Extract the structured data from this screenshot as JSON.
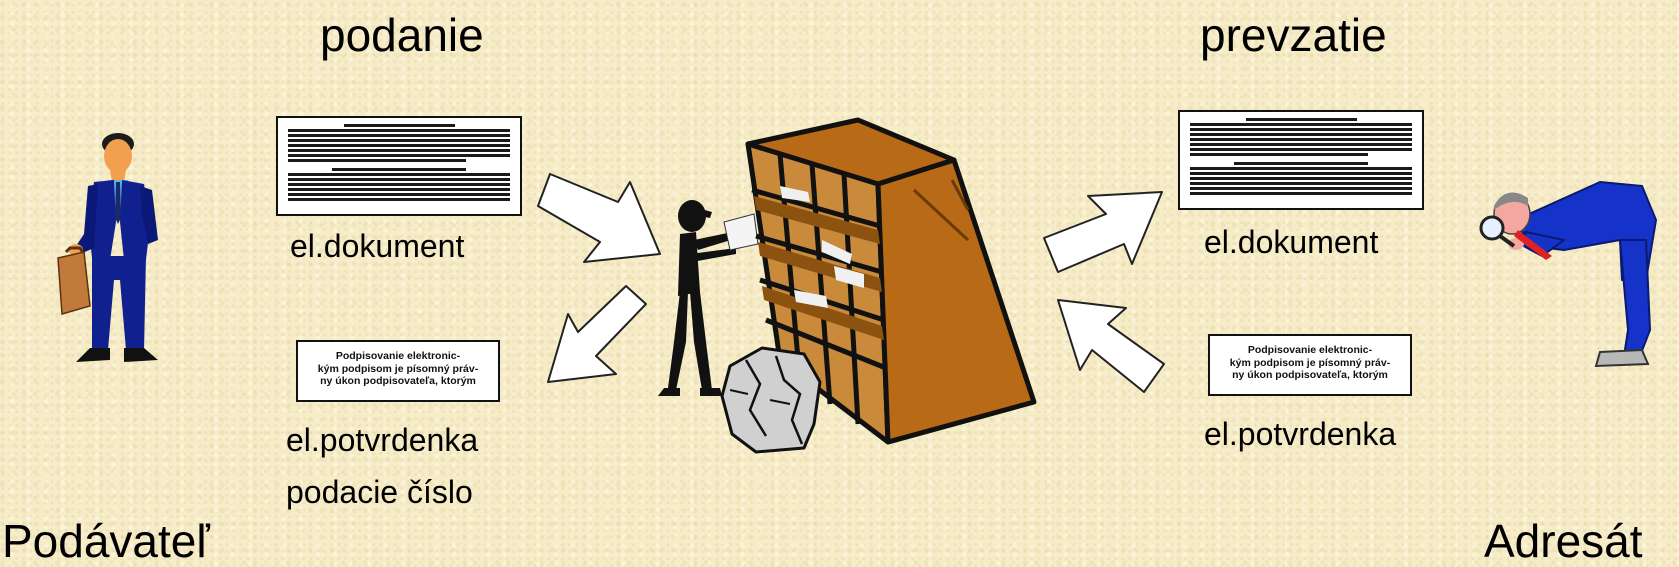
{
  "labels": {
    "submission_heading": "podanie",
    "receipt_heading": "prevzatie",
    "sender": "Podávateľ",
    "recipient": "Adresát",
    "left_document": "el.dokument",
    "right_document": "el.dokument",
    "left_confirmation": "el.potvrdenka",
    "submission_number": "podacie číslo",
    "right_confirmation": "el.potvrdenka"
  },
  "confirmation_text": {
    "line1": "Podpisovanie elektronic-",
    "line2": "kým podpisom je písomný práv-",
    "line3": "ny úkon podpisovateľa, ktorým"
  },
  "icons": {
    "sender_figure": "businessman-icon",
    "recipient_figure": "inspector-magnifier-icon",
    "postal_worker": "postal-worker-icon",
    "mailbox_cabinet": "pigeonhole-cabinet-icon",
    "paper_pile": "crumpled-paper-icon"
  },
  "colors": {
    "background": "#f6ecc8",
    "suit_blue": "#10208f",
    "cabinet_brown": "#b86a16",
    "arrow_fill": "#ffffff"
  }
}
